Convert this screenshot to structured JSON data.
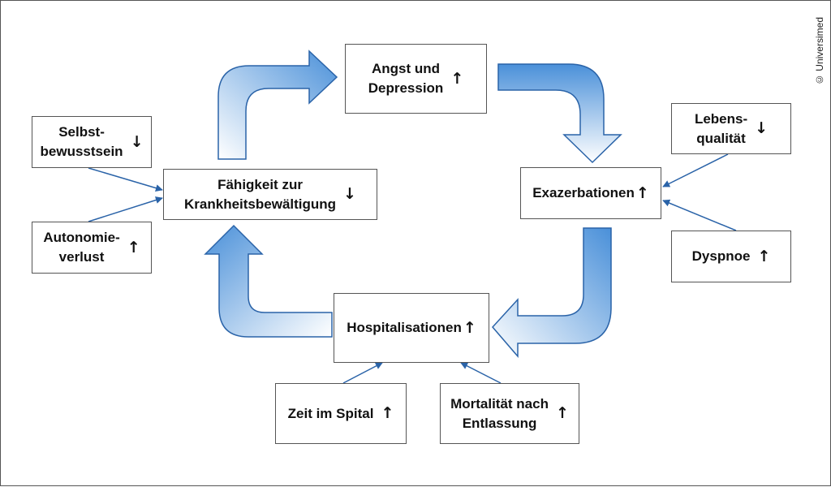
{
  "copyright": "© Universimed",
  "nodes": {
    "angst": {
      "label": "Angst und\nDepression",
      "arrow": "↑"
    },
    "exazerbationen": {
      "label": "Exazerbationen",
      "arrow": "↑"
    },
    "hospitalisationen": {
      "label": "Hospitalisationen",
      "arrow": "↑"
    },
    "faehigkeit": {
      "label": "Fähigkeit zur\nKrankheitsbewältigung",
      "arrow": "↓"
    },
    "selbstbewusstsein": {
      "label": "Selbst-\nbewusstsein",
      "arrow": "↓"
    },
    "autonomieverlust": {
      "label": "Autonomie-\nverlust",
      "arrow": "↑"
    },
    "lebensqualitaet": {
      "label": "Lebens-\nqualität",
      "arrow": "↓"
    },
    "dyspnoe": {
      "label": "Dyspnoe",
      "arrow": "↑"
    },
    "zeit_im_spital": {
      "label": "Zeit im Spital",
      "arrow": "↑"
    },
    "mortalitaet": {
      "label": "Mortalität nach\nEntlassung",
      "arrow": "↑"
    }
  },
  "colors": {
    "arrow_dark": "#4a90d9",
    "arrow_light": "#ffffff",
    "connector": "#2a63a8",
    "border": "#555555"
  }
}
